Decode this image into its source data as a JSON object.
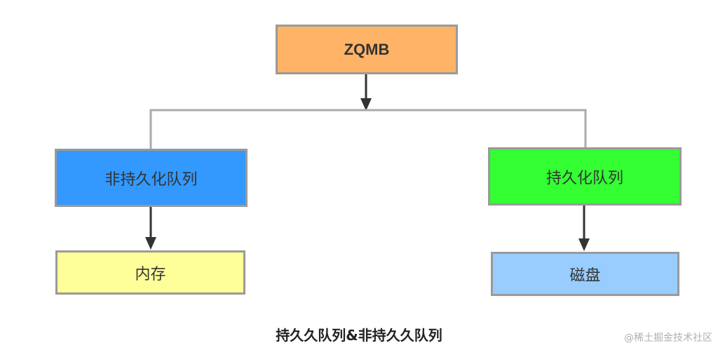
{
  "diagram": {
    "nodes": {
      "root": {
        "label": "ZQMB",
        "color": "#FFB366"
      },
      "non_persistent": {
        "label": "非持久化队列",
        "color": "#3399FF"
      },
      "persistent": {
        "label": "持久化队列",
        "color": "#33FF33"
      },
      "memory": {
        "label": "内存",
        "color": "#FFFF99"
      },
      "disk": {
        "label": "磁盘",
        "color": "#99CCFF"
      }
    },
    "edges": [
      {
        "from": "root",
        "to": "non_persistent"
      },
      {
        "from": "root",
        "to": "persistent"
      },
      {
        "from": "non_persistent",
        "to": "memory"
      },
      {
        "from": "persistent",
        "to": "disk"
      }
    ],
    "caption": "持久久队列&非持久久队列",
    "watermark": "@稀土掘金技术社区"
  }
}
